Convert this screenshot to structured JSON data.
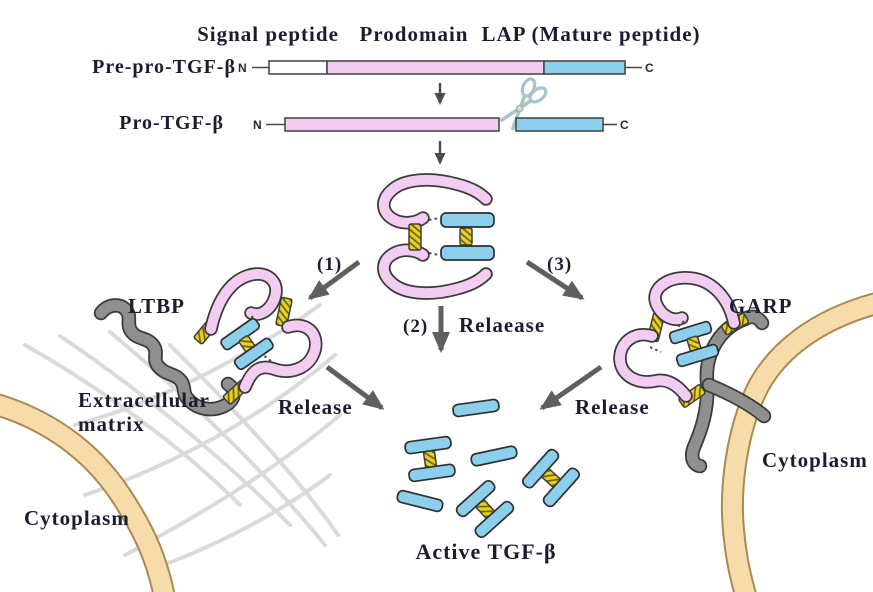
{
  "labels": {
    "signal_peptide": "Signal peptide",
    "prodomain": "Prodomain",
    "lap": "LAP (Mature peptide)",
    "pre_pro_tgfb": "Pre-pro-TGF-β",
    "pro_tgfb": "Pro-TGF-β",
    "n_terminus": "N",
    "c_terminus": "C",
    "path1": "(1)",
    "path2": "(2)",
    "path3": "(3)",
    "release_center": "Relaease",
    "release_left": "Release",
    "release_right": "Release",
    "ltbp": "LTBP",
    "garp": "GARP",
    "extracellular_line1": "Extracellular",
    "extracellular_line2": "matrix",
    "cytoplasm_left": "Cytoplasm",
    "cytoplasm_right": "Cytoplasm",
    "active_tgfb": "Active TGF-β"
  },
  "colors": {
    "prodomain_pink": "#f2ccf1",
    "mature_peptide_blue": "#8bcfec",
    "signal_peptide_white": "#ffffff",
    "disulfide_link_yellow": "#e6d125",
    "anchor_gray": "#8f8f8f",
    "membrane_tan": "#f6dcab",
    "membrane_edge_brown": "#ab8a50",
    "matrix_fiber_gray": "#dadada",
    "arrow_gray": "#5f5f5f",
    "outline_dark": "#3a3a3a",
    "text_dark": "#1c1c30",
    "scissors_teal": "#a9c4c9"
  },
  "icons": {
    "scissors": "scissors-icon"
  }
}
